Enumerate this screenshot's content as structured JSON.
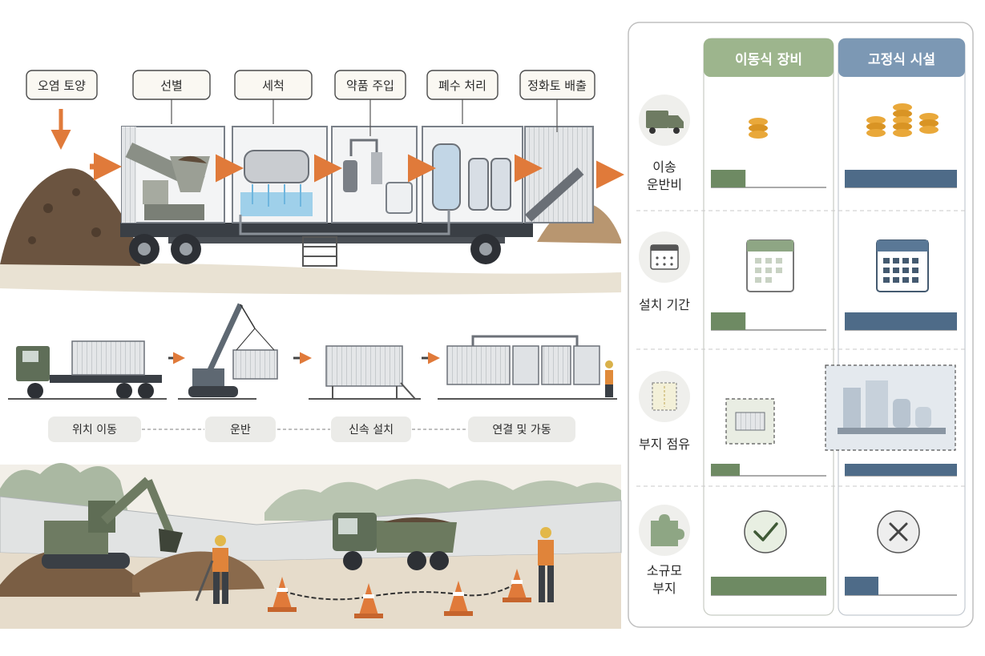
{
  "process": {
    "steps": [
      "오염 토양",
      "선별",
      "세척",
      "약품 주입",
      "폐수 처리",
      "정화토 배출"
    ]
  },
  "deployment": {
    "steps": [
      "위치 이동",
      "운반",
      "신속 설치",
      "연결 및 가동"
    ]
  },
  "comparison": {
    "columns": [
      "이동식 장비",
      "고정식 시설"
    ],
    "colors": {
      "mobile": "#6e8a63",
      "fixed": "#4e6b88",
      "mobile_header": "#9db58d",
      "fixed_header": "#7c98b4"
    },
    "rows": [
      {
        "label_lines": [
          "이송",
          "운반비"
        ],
        "icon": "truck-icon",
        "mobile_level": 0.3,
        "fixed_level": 1.0
      },
      {
        "label_lines": [
          "설치 기간"
        ],
        "icon": "calendar-icon",
        "mobile_level": 0.3,
        "fixed_level": 1.0
      },
      {
        "label_lines": [
          "부지 점유"
        ],
        "icon": "site-area-icon",
        "mobile_level": 0.25,
        "fixed_level": 1.0
      },
      {
        "label_lines": [
          "소규모",
          "부지"
        ],
        "icon": "puzzle-icon",
        "mobile_level": 1.0,
        "fixed_level": 0.3,
        "mobile_mark": "check-icon",
        "fixed_mark": "cross-icon"
      }
    ]
  }
}
